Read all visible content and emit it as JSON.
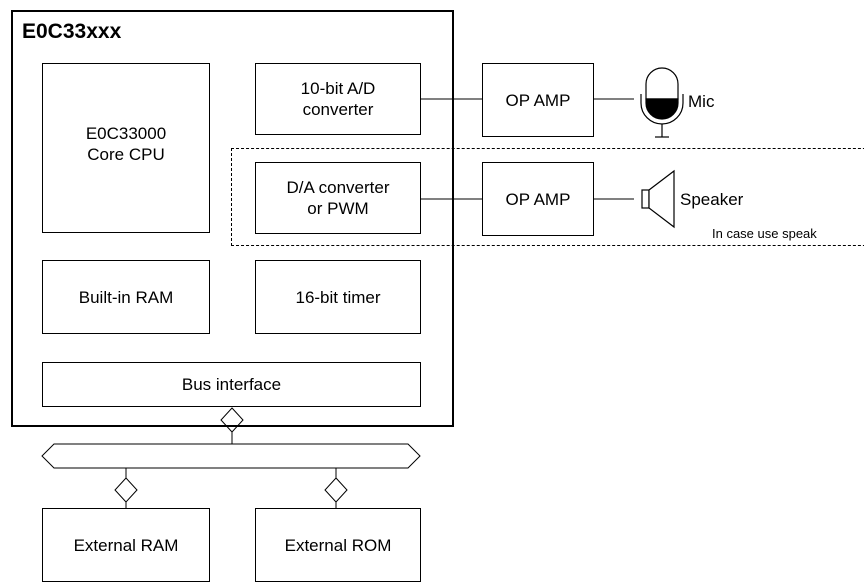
{
  "chip": {
    "name": "E0C33xxx"
  },
  "blocks": {
    "cpu": {
      "line1": "E0C33000",
      "line2": "Core CPU"
    },
    "adc": {
      "line1": "10-bit A/D",
      "line2": "converter"
    },
    "dac": {
      "line1": "D/A converter",
      "line2": "or PWM"
    },
    "ram": {
      "label": "Built-in RAM"
    },
    "timer": {
      "label": "16-bit timer"
    },
    "bus": {
      "label": "Bus interface"
    }
  },
  "external": {
    "ram": {
      "label": "External RAM"
    },
    "rom": {
      "label": "External ROM"
    },
    "opamp_in": {
      "label": "OP AMP"
    },
    "opamp_out": {
      "label": "OP AMP"
    },
    "mic": {
      "label": "Mic",
      "icon": "microphone-icon"
    },
    "speaker": {
      "label": "Speaker",
      "icon": "speaker-icon"
    }
  },
  "notes": {
    "speaker_option": "In case use speak"
  }
}
